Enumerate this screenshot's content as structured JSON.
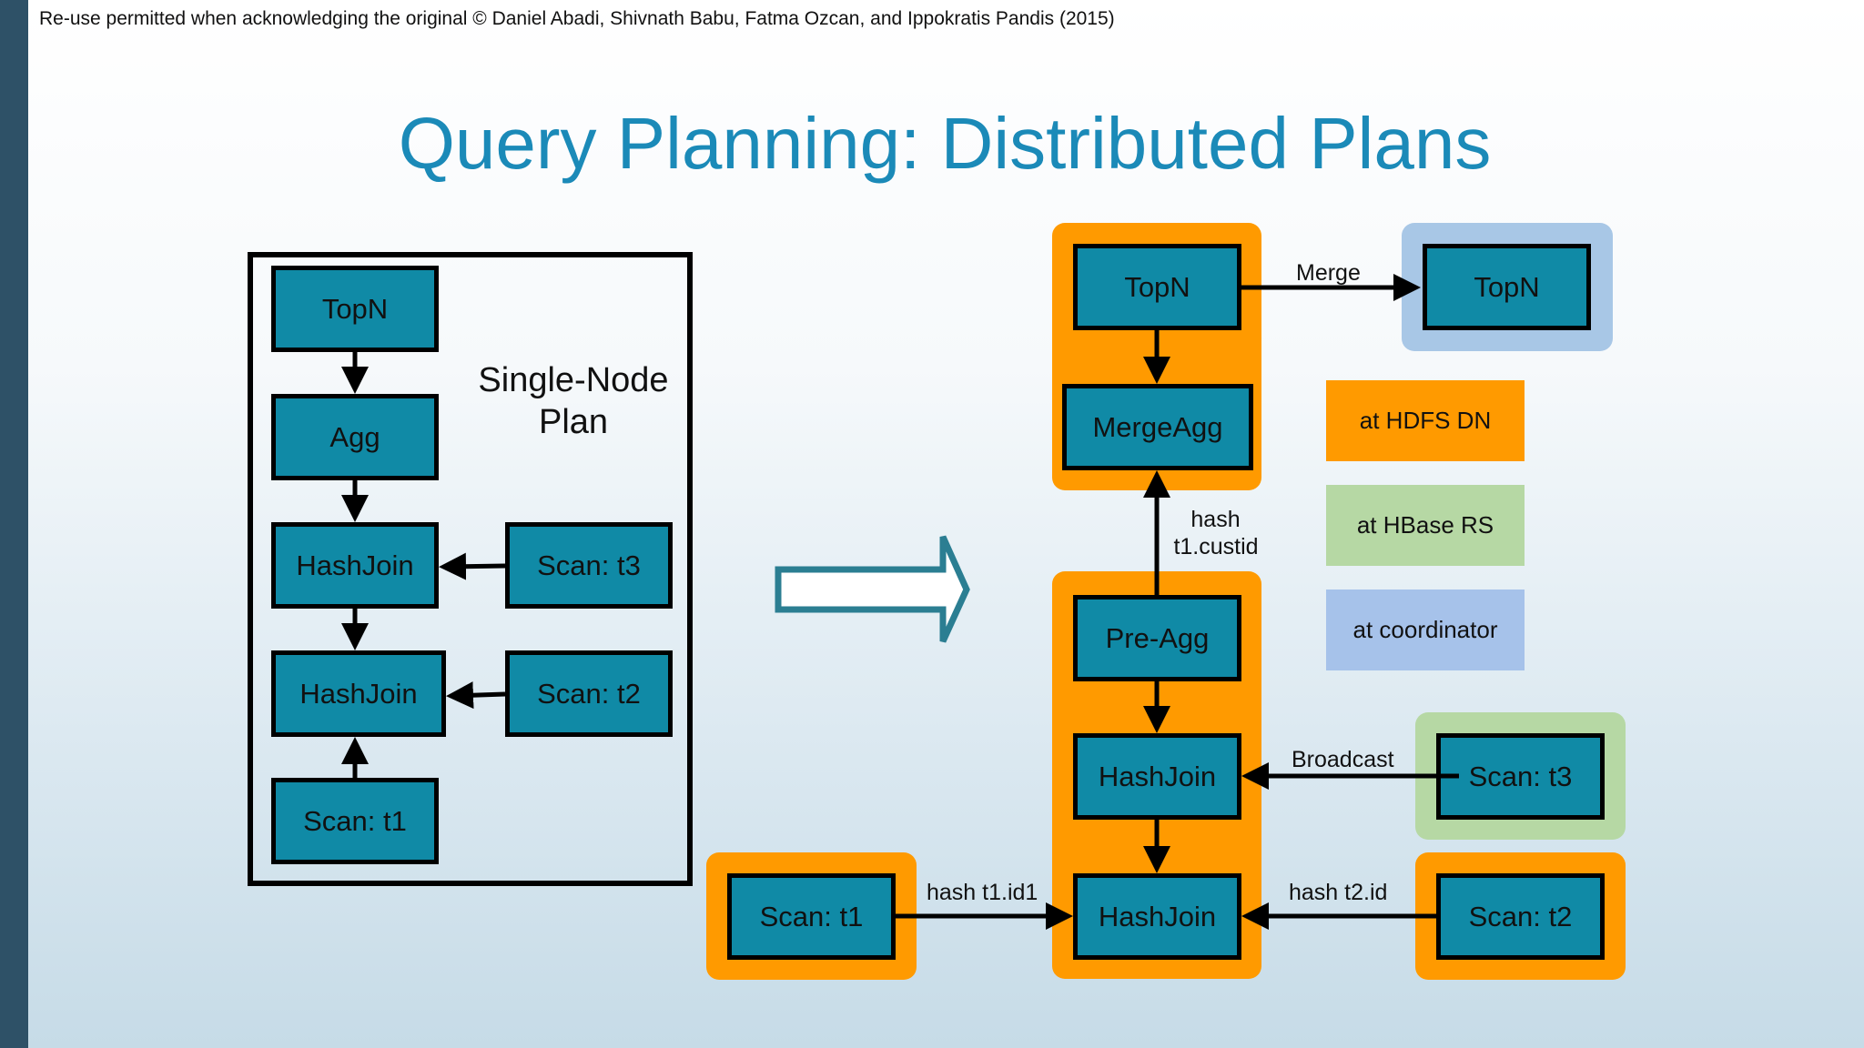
{
  "credit": "Re-use permitted when acknowledging the original © Daniel Abadi, Shivnath Babu, Fatma Ozcan, and Ippokratis Pandis (2015)",
  "title": "Query Planning: Distributed Plans",
  "single_node": {
    "label": "Single-Node Plan",
    "nodes": {
      "topn": "TopN",
      "agg": "Agg",
      "hashjoin1": "HashJoin",
      "hashjoin2": "HashJoin",
      "scan_t1": "Scan: t1",
      "scan_t2": "Scan: t2",
      "scan_t3": "Scan: t3"
    }
  },
  "distributed": {
    "nodes": {
      "topn_dn": "TopN",
      "mergeagg": "MergeAgg",
      "preagg": "Pre-Agg",
      "hashjoin_top": "HashJoin",
      "hashjoin_bottom": "HashJoin",
      "scan_t1": "Scan: t1",
      "scan_t2": "Scan: t2",
      "scan_t3": "Scan: t3",
      "topn_coord": "TopN"
    },
    "edges": {
      "merge": "Merge",
      "hash_custid_line1": "hash",
      "hash_custid_line2": "t1.custid",
      "broadcast": "Broadcast",
      "hash_t1": "hash t1.id1",
      "hash_t2": "hash t2.id"
    }
  },
  "legend": {
    "hdfs": "at HDFS DN",
    "hbase": "at HBase RS",
    "coordinator": "at coordinator"
  },
  "colors": {
    "node_fill": "#108aa6",
    "hdfs": "#ff9a00",
    "hbase": "#b6d8a4",
    "coordinator": "#a8c7e6",
    "title": "#1b8ab8"
  }
}
